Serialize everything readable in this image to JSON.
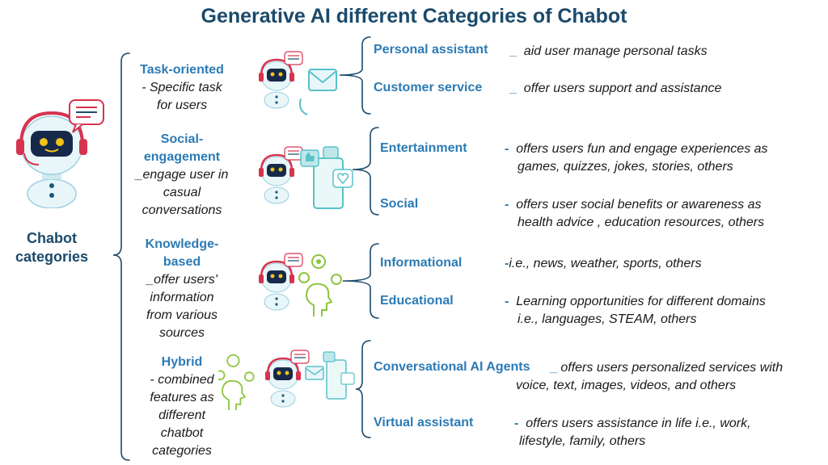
{
  "title": "Generative AI different Categories of Chabot",
  "root": {
    "line1": "Chabot",
    "line2": "categories"
  },
  "categories": [
    {
      "h1": "Task-oriented",
      "h2": "",
      "d": [
        "-   Specific task",
        "for users"
      ]
    },
    {
      "h1": "Social-",
      "h2": "engagement",
      "d": [
        "_engage user in",
        "casual",
        "conversations"
      ]
    },
    {
      "h1": "Knowledge-",
      "h2": "based",
      "d": [
        "_offer users'",
        "information",
        "from various",
        "sources"
      ]
    },
    {
      "h1": "Hybrid",
      "h2": "",
      "d": [
        "- combined",
        "features as",
        "different",
        "chatbot",
        "categories"
      ]
    }
  ],
  "subs": [
    {
      "name": "Personal assistant",
      "sep": "_",
      "lines": [
        "aid user manage personal tasks"
      ]
    },
    {
      "name": "Customer service",
      "sep": "_",
      "lines": [
        "offer users support and assistance"
      ]
    },
    {
      "name": "Entertainment",
      "sep": "-",
      "lines": [
        "offers users fun and engage experiences as",
        "games, quizzes, jokes, stories, others"
      ]
    },
    {
      "name": "Social",
      "sep": "-",
      "lines": [
        "offers user social benefits or awareness as",
        "health advice , education resources, others"
      ]
    },
    {
      "name": "Informational",
      "sep": "-",
      "lines": [
        "i.e., news, weather, sports, others"
      ]
    },
    {
      "name": "Educational",
      "sep": "-",
      "lines": [
        "Learning opportunities for different domains",
        "i.e., languages, STEAM, others"
      ]
    },
    {
      "name": "Conversational AI Agents",
      "sep": "_",
      "lines": [
        "offers users personalized services with",
        "voice, text, images, videos, and others"
      ]
    },
    {
      "name": "Virtual assistant",
      "sep": "-",
      "lines": [
        "offers users assistance in life i.e., work,",
        "lifestyle, family, others"
      ]
    }
  ],
  "icons": [
    "robot-icon",
    "envelope-icon",
    "phone-icon",
    "chat-bubble-icon",
    "thumbs-up-icon",
    "heart-icon",
    "head-idea-icon",
    "lightbulb-icon"
  ],
  "colors": {
    "title": "#1b4a6b",
    "accent": "#2b7bb5",
    "robot_head": "#e8f6fa",
    "robot_accent": "#d6334e",
    "teal": "#58c2c9",
    "green": "#8cc63f"
  }
}
